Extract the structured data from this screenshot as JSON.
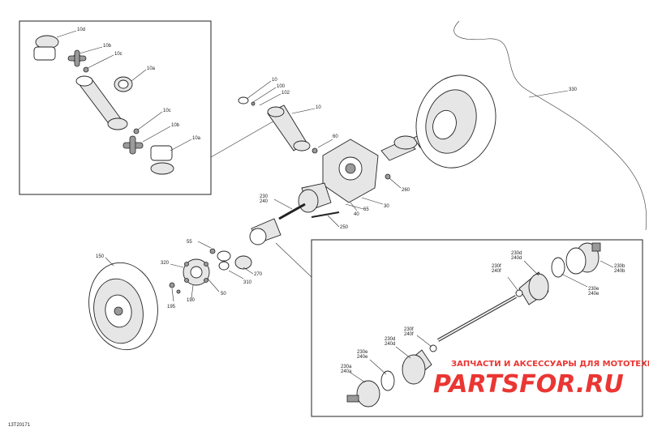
{
  "diagram_id": "13T20171",
  "callouts": {
    "inset_tl": [
      "10d",
      "10b",
      "10c",
      "10a",
      "10c",
      "10b",
      "10a"
    ],
    "main": [
      "10",
      "100",
      "102",
      "10",
      "60",
      "260",
      "30",
      "40",
      "65",
      "250",
      "230",
      "240",
      "55",
      "320",
      "270",
      "310",
      "50",
      "150",
      "190",
      "195",
      "330"
    ],
    "inset_br": [
      "230b",
      "240b",
      "230e",
      "240e",
      "230d",
      "240d",
      "230f",
      "240f",
      "230f",
      "240f",
      "230d",
      "240d",
      "230e",
      "240e",
      "230a",
      "240a"
    ]
  },
  "watermark": {
    "line1": "ЗАПЧАСТИ И АКСЕССУАРЫ ДЛЯ МОТОТЕХНИКИ",
    "logo": "PARTSFOR.RU",
    "color": "#e8211d"
  }
}
